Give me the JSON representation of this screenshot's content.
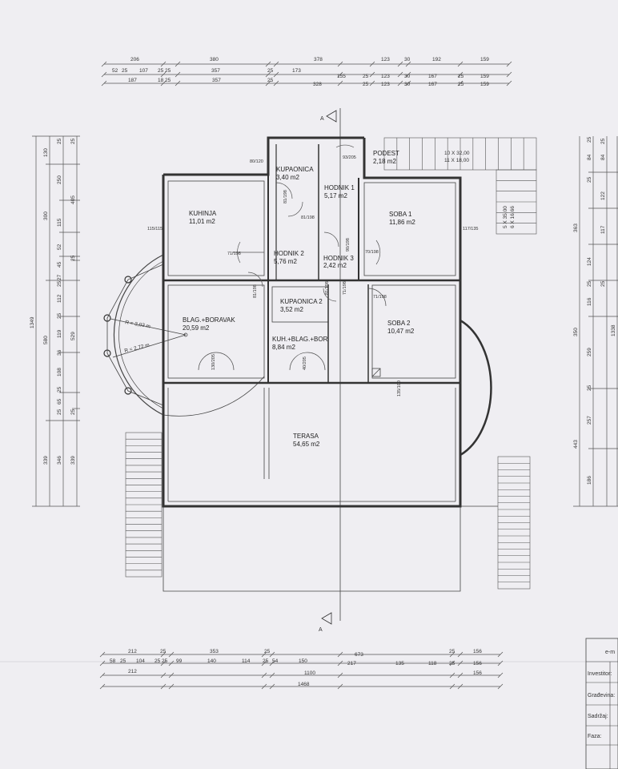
{
  "colors": {
    "paper": "#efeef2",
    "ink": "#333333"
  },
  "section_marks": {
    "top": "A",
    "bottom": "A"
  },
  "rooms": [
    {
      "id": "kupaonica",
      "name": "KUPAONICA",
      "area": "3,40 m2"
    },
    {
      "id": "podest",
      "name": "PODEST",
      "area": "2,18 m2"
    },
    {
      "id": "hodnik1",
      "name": "HODNIK 1",
      "area": "5,17 m2"
    },
    {
      "id": "kuhinja",
      "name": "KUHINJA",
      "area": "11,01 m2"
    },
    {
      "id": "soba1",
      "name": "SOBA 1",
      "area": "11,86 m2"
    },
    {
      "id": "hodnik2",
      "name": "HODNIK 2",
      "area": "5,76 m2"
    },
    {
      "id": "hodnik3",
      "name": "HODNIK 3",
      "area": "2,42 m2"
    },
    {
      "id": "kupaonica2",
      "name": "KUPAONICA 2",
      "area": "3,52 m2"
    },
    {
      "id": "blag",
      "name": "BLAG.+BORAVAK",
      "area": "20,59 m2"
    },
    {
      "id": "soba2",
      "name": "SOBA 2",
      "area": "10,47 m2"
    },
    {
      "id": "kuh",
      "name": "KUH.+BLAG.+BOR",
      "area": "8,84 m2"
    },
    {
      "id": "terasa",
      "name": "TERASA",
      "area": "54,65 m2"
    }
  ],
  "radii": {
    "r1": "R = 3,03 m",
    "r2": "R = 2,72 m"
  },
  "stairs": {
    "top_1": "10 X 32,00",
    "top_2": "11 X 18,00",
    "side_1": "5 X 35,00",
    "side_2": "6 X 16,66"
  },
  "dims_top": {
    "row1": [
      "206",
      "380",
      "378",
      "123",
      "30",
      "192",
      "159"
    ],
    "row2": [
      "52",
      "25",
      "107",
      "25",
      "25",
      "357",
      "25",
      "173",
      "155",
      "25",
      "123",
      "30",
      "167",
      "25",
      "159"
    ],
    "row3": [
      "187",
      "18",
      "25",
      "357",
      "25",
      "328",
      "25",
      "123",
      "30",
      "167",
      "25",
      "159"
    ]
  },
  "dims_bottom": {
    "row1": [
      "212",
      "25",
      "353",
      "25",
      "673",
      "25",
      "156"
    ],
    "row2": [
      "58",
      "25",
      "104",
      "25",
      "25",
      "99",
      "140",
      "114",
      "25",
      "54",
      "150",
      "217",
      "135",
      "118",
      "25",
      "156"
    ],
    "row3": [
      "212",
      "1100",
      "156"
    ],
    "row4": [
      "1468"
    ]
  },
  "dims_left": {
    "col1": [
      "1349"
    ],
    "col2": [
      "130",
      "300",
      "580",
      "339"
    ],
    "col3": [
      "25",
      "250",
      "115",
      "52",
      "45",
      "27",
      "25",
      "112",
      "25",
      "119",
      "36",
      "108",
      "25",
      "65",
      "25",
      "346"
    ],
    "col4": [
      "25",
      "405",
      "25",
      "529",
      "25",
      "339"
    ]
  },
  "dims_right": {
    "col1": [
      "25",
      "25",
      "25",
      "25",
      "25",
      "25"
    ],
    "col2": [
      "84",
      "84",
      "117",
      "122",
      "124",
      "116",
      "259",
      "257",
      "186"
    ],
    "col3": [
      "363",
      "350",
      "443"
    ],
    "col4": [
      "1338"
    ]
  },
  "doors": [
    "80/120",
    "93/205",
    "81/198",
    "81/198",
    "115/115",
    "71/198",
    "90/198",
    "70/198",
    "117/135",
    "81/198",
    "81/198",
    "71/198",
    "71/198",
    "130/205",
    "40/205",
    "135/100"
  ],
  "title_block": {
    "header": "e-m",
    "rows": [
      "Investitor:",
      "Građevina:",
      "Sadržaj:",
      "Faza:"
    ]
  }
}
